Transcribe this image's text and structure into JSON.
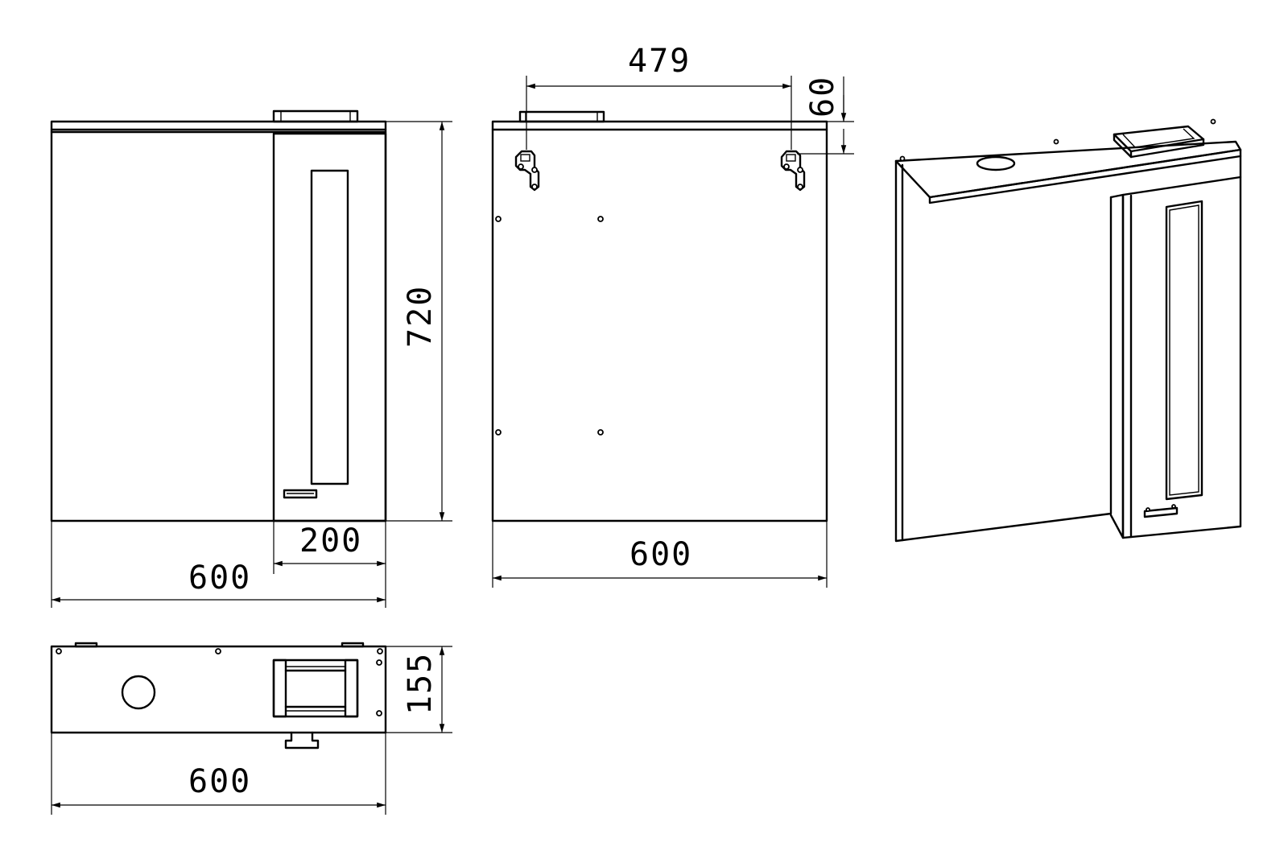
{
  "front_view": {
    "dim_width": "600",
    "dim_door_width": "200",
    "dim_height": "720"
  },
  "back_view": {
    "dim_hanger_spacing": "479",
    "dim_hanger_offset": "60",
    "dim_width": "600"
  },
  "top_view": {
    "dim_depth": "155",
    "dim_width": "600"
  },
  "icons": [
    "hanger-bracket-icon",
    "light-fixture-icon",
    "door-handle-icon",
    "cutout-circle-icon"
  ]
}
